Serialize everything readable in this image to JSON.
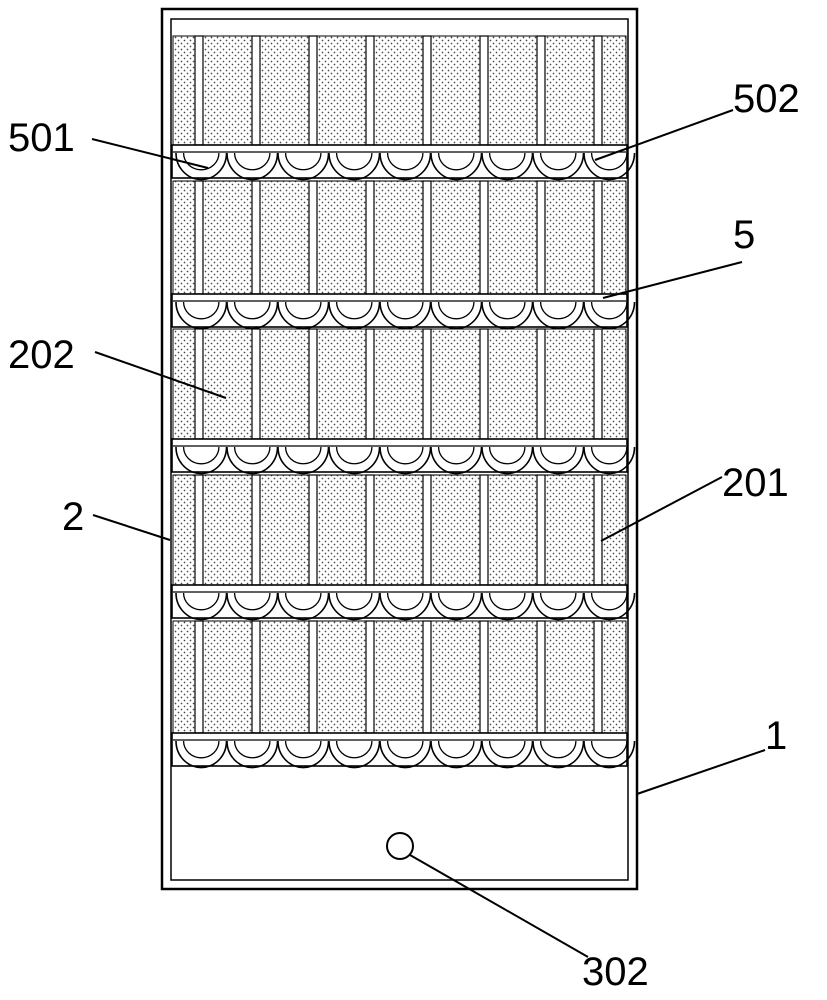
{
  "figure": {
    "labels": {
      "l501": "501",
      "l502": "502",
      "l5": "5",
      "l202": "202",
      "l201": "201",
      "l2": "2",
      "l1": "1",
      "l302": "302"
    },
    "colors": {
      "line": "#000000",
      "background": "#ffffff",
      "stipple": "#4a4a4a"
    }
  }
}
